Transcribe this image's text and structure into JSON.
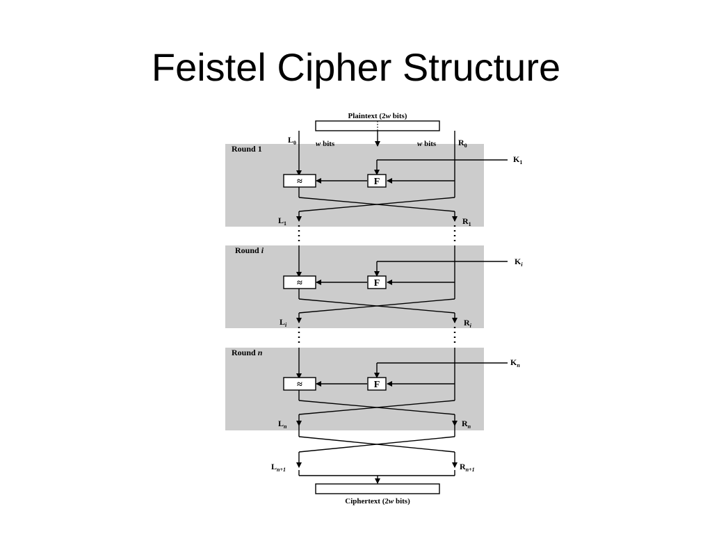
{
  "slide": {
    "title": "Feistel Cipher Structure"
  },
  "diagram": {
    "plaintext": {
      "main": "Plaintext (2",
      "var": "w",
      "tail": " bits)"
    },
    "ciphertext": {
      "main": "Ciphertext (2",
      "var": "w",
      "tail": " bits)"
    },
    "wbits_left": {
      "var": "w",
      "tail": " bits"
    },
    "wbits_right": {
      "var": "w",
      "tail": " bits"
    },
    "rounds": [
      {
        "label_main": "Round 1",
        "label_var": "",
        "key_main": "K",
        "key_sub": "1",
        "f_label": "F",
        "xor_label": "≈",
        "in_left_main": "L",
        "in_left_sub": "0",
        "in_right_main": "R",
        "in_right_sub": "0",
        "out_left_main": "L",
        "out_left_sub": "1",
        "out_right_main": "R",
        "out_right_sub": "1"
      },
      {
        "label_main": "Round ",
        "label_var": "i",
        "key_main": "K",
        "key_sub": "i",
        "f_label": "F",
        "xor_label": "≈",
        "out_left_main": "L",
        "out_left_sub": "i",
        "out_right_main": "R",
        "out_right_sub": "i"
      },
      {
        "label_main": "Round ",
        "label_var": "n",
        "key_main": "K",
        "key_sub": "n",
        "f_label": "F",
        "xor_label": "≈",
        "out_left_main": "L",
        "out_left_sub": "n",
        "out_right_main": "R",
        "out_right_sub": "n"
      }
    ],
    "final_left": {
      "main": "L",
      "sub": "n+1"
    },
    "final_right": {
      "main": "R",
      "sub": "n+1"
    },
    "colors": {
      "round_fill": "#cccccc",
      "stroke": "#000000"
    }
  }
}
